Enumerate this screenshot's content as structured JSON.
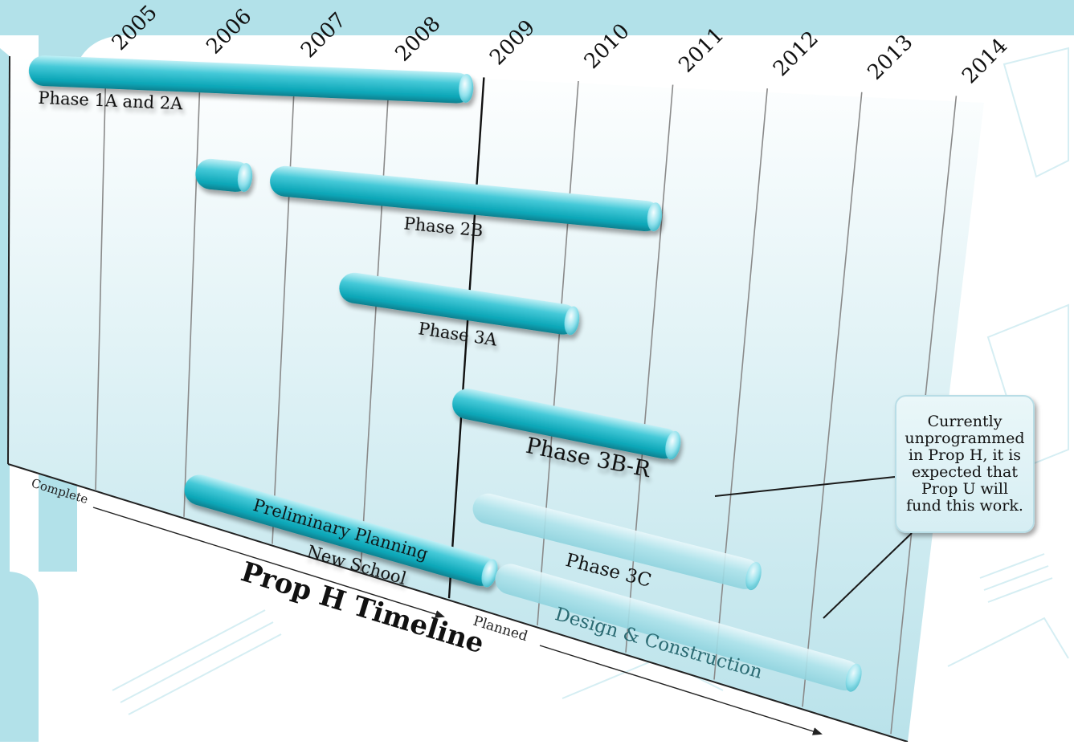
{
  "chart_data": {
    "type": "gantt",
    "title": "Prop H Timeline",
    "x_ticks": [
      "2005",
      "2006",
      "2007",
      "2008",
      "2009",
      "2010",
      "2011",
      "2012",
      "2013",
      "2014"
    ],
    "xlim": [
      2004.2,
      2014.2
    ],
    "divider_year": 2009,
    "section_labels": {
      "before": "Complete",
      "after": "Planned"
    },
    "accent_color": "#17b3c3",
    "tasks": [
      {
        "label": "Phase 1A and 2A",
        "row": 0,
        "start": 2004.2,
        "end": 2008.9,
        "status": "complete"
      },
      {
        "label": "",
        "row": 1,
        "start": 2006.0,
        "end": 2006.6,
        "status": "complete"
      },
      {
        "label": "Phase 2B",
        "row": 1,
        "start": 2006.8,
        "end": 2011.0,
        "status": "complete"
      },
      {
        "label": "Phase 3A",
        "row": 2,
        "start": 2007.6,
        "end": 2010.2,
        "status": "complete"
      },
      {
        "label": "Phase 3B-R",
        "row": 3,
        "start": 2008.9,
        "end": 2011.4,
        "status": "complete"
      },
      {
        "label": "Phase 3C",
        "row": 4,
        "start": 2009.2,
        "end": 2012.4,
        "status": "unprogrammed"
      },
      {
        "label": "Preliminary Planning",
        "sublabel": "New School",
        "row": 5,
        "start": 2006.0,
        "end": 2009.5,
        "status": "complete"
      },
      {
        "label": "Design & Construction",
        "row": 5,
        "start": 2009.5,
        "end": 2013.6,
        "status": "unprogrammed"
      }
    ],
    "annotation": "Currently unprogrammed in Prop H, it is expected that Prop U will fund this work."
  }
}
